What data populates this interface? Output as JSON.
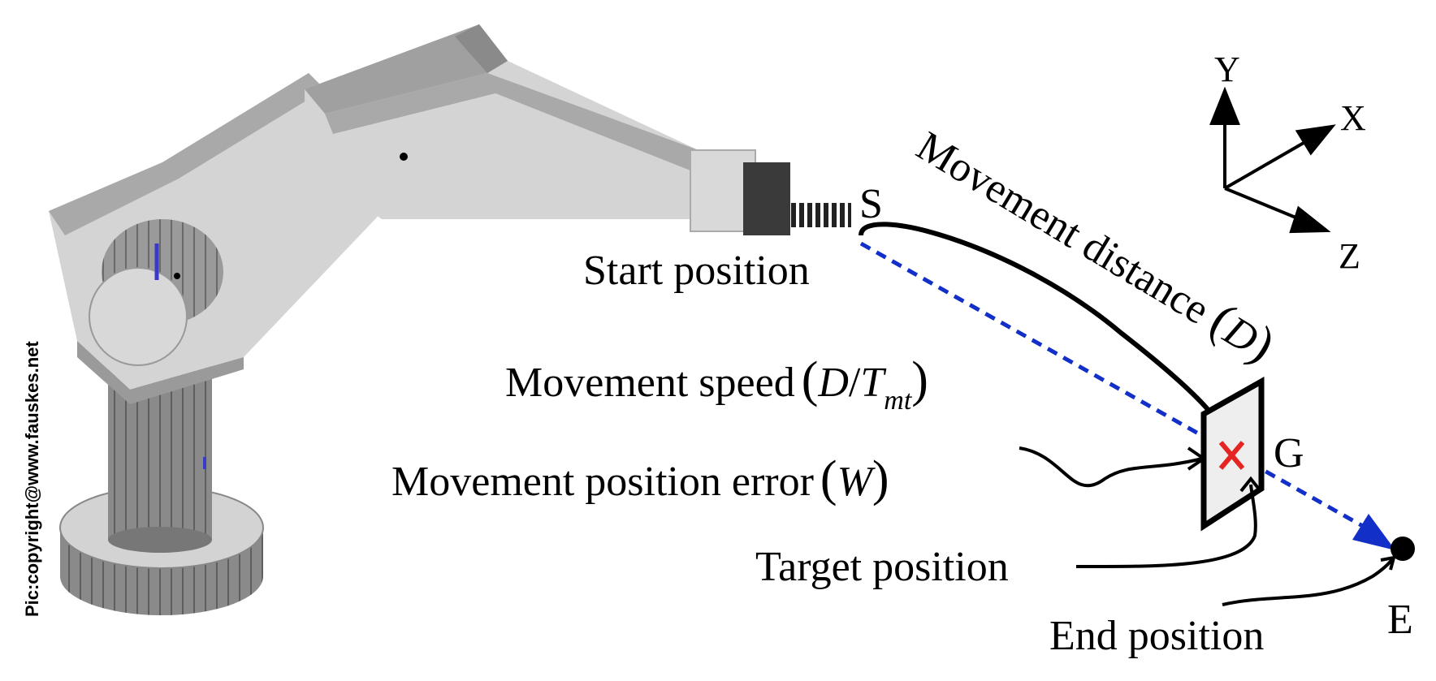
{
  "labels": {
    "s": "S",
    "start": "Start position",
    "movement_distance": "Movement distance",
    "distance_symbol": "D",
    "speed_text": "Movement speed",
    "speed_numerator": "D",
    "speed_slash": "/",
    "speed_denominator": "T",
    "speed_subscript": "mt",
    "error_text": "Movement position error",
    "error_symbol": "W",
    "g": "G",
    "target": "Target position",
    "end": "End position",
    "e": "E",
    "axis_y": "Y",
    "axis_x": "X",
    "axis_z": "Z",
    "copyright": "Pic:copyright@www.fauskes.net"
  },
  "colors": {
    "trajectory": "#000000",
    "ideal_path": "#1230c8",
    "target_mark": "#e52521",
    "target_plane": "#eeeeee",
    "robot_light": "#d4d4d4",
    "robot_mid": "#a9a9a9",
    "robot_dark": "#7a7a7a"
  }
}
